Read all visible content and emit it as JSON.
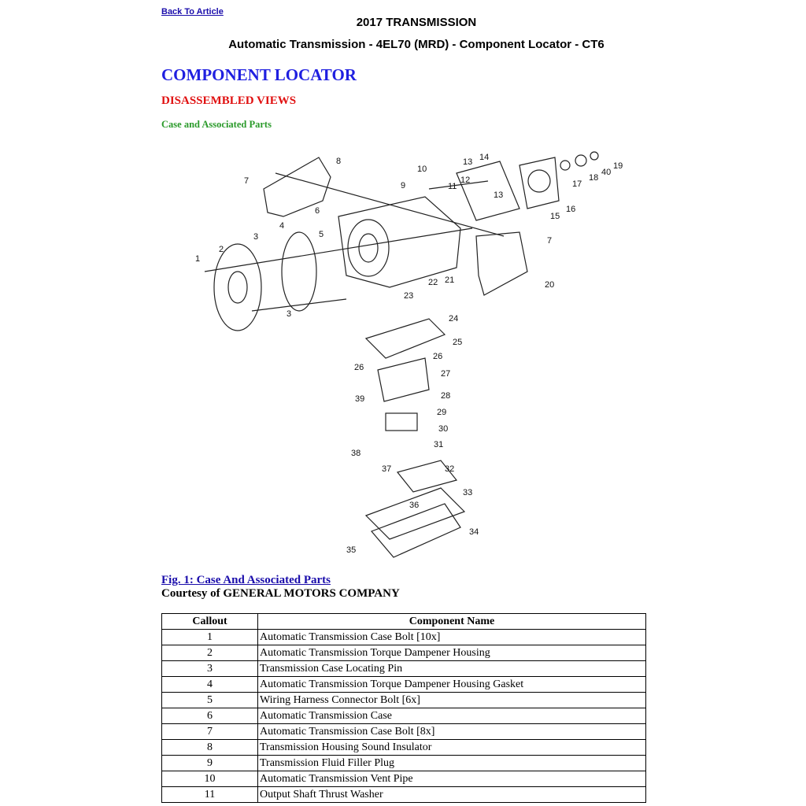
{
  "header": {
    "back_link": "Back To Article",
    "title": "2017 TRANSMISSION",
    "subtitle": "Automatic Transmission - 4EL70 (MRD) - Component Locator - CT6"
  },
  "sections": {
    "component_locator": "COMPONENT LOCATOR",
    "disassembled_views": "DISASSEMBLED VIEWS",
    "case_parts": "Case and Associated Parts"
  },
  "diagram": {
    "callouts": [
      "1",
      "2",
      "3",
      "3",
      "4",
      "5",
      "6",
      "7",
      "7",
      "8",
      "9",
      "10",
      "11",
      "12",
      "13",
      "13",
      "14",
      "15",
      "16",
      "17",
      "18",
      "19",
      "40",
      "20",
      "21",
      "22",
      "23",
      "24",
      "25",
      "26",
      "26",
      "27",
      "28",
      "39",
      "29",
      "30",
      "31",
      "38",
      "37",
      "32",
      "33",
      "36",
      "34",
      "35"
    ]
  },
  "figure": {
    "caption": "Fig. 1: Case And Associated Parts",
    "courtesy": "Courtesy of GENERAL MOTORS COMPANY"
  },
  "table": {
    "headers": [
      "Callout",
      "Component Name"
    ],
    "rows": [
      {
        "callout": "1",
        "name": "Automatic Transmission Case Bolt [10x]"
      },
      {
        "callout": "2",
        "name": "Automatic Transmission Torque Dampener Housing"
      },
      {
        "callout": "3",
        "name": "Transmission Case Locating Pin"
      },
      {
        "callout": "4",
        "name": "Automatic Transmission Torque Dampener Housing Gasket"
      },
      {
        "callout": "5",
        "name": "Wiring Harness Connector Bolt [6x]"
      },
      {
        "callout": "6",
        "name": "Automatic Transmission Case"
      },
      {
        "callout": "7",
        "name": "Automatic Transmission Case Bolt [8x]"
      },
      {
        "callout": "8",
        "name": "Transmission Housing Sound Insulator"
      },
      {
        "callout": "9",
        "name": "Transmission Fluid Filler Plug"
      },
      {
        "callout": "10",
        "name": "Automatic Transmission Vent Pipe"
      },
      {
        "callout": "11",
        "name": "Output Shaft Thrust Washer"
      }
    ]
  }
}
